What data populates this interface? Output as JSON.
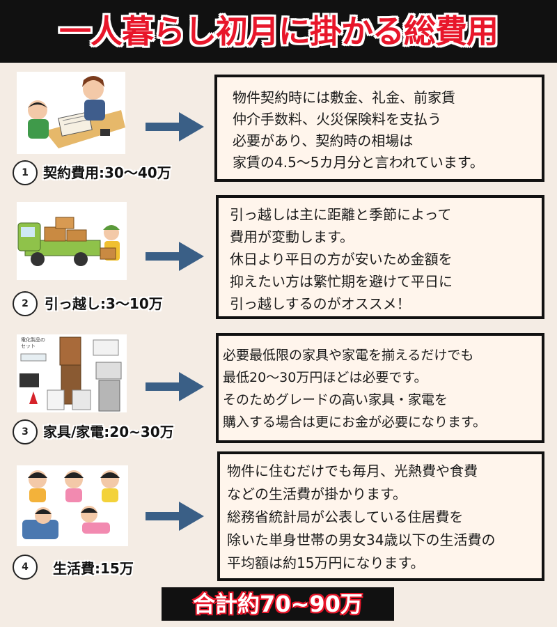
{
  "title": "一人暮らし初月に掛かる総費用",
  "items": [
    {
      "number": "1",
      "label": "契約費用:30〜40万",
      "lines": [
        "物件契約時には敷金、礼金、前家賃",
        "仲介手数料、火災保険料を支払う",
        "必要があり、契約時の相場は",
        "家賃の4.5〜5カ月分と言われています。"
      ]
    },
    {
      "number": "2",
      "label": "引っ越し:3〜10万",
      "lines": [
        "引っ越しは主に距離と季節によって",
        "費用が変動します。",
        "休日より平日の方が安いため金額を",
        "抑えたい方は繁忙期を避けて平日に",
        "引っ越しするのがオススメ！"
      ]
    },
    {
      "number": "3",
      "label": "家具/家電:20~30万",
      "illus_text": "電化製品のセット",
      "lines": [
        "必要最低限の家具や家電を揃えるだけでも",
        "最低20〜30万円ほどは必要です。",
        "そのためグレードの高い家具・家電を",
        "購入する場合は更にお金が必要になります。"
      ]
    },
    {
      "number": "4",
      "label": "生活費:15万",
      "lines": [
        "物件に住むだけでも毎月、光熱費や食費",
        "などの生活費が掛かります。",
        "総務省統計局が公表している住居費を",
        "除いた単身世帯の男女34歳以下の生活費の",
        "平均額は約15万円になります。"
      ]
    }
  ],
  "total": "合計約70~90万",
  "colors": {
    "title_red": "#e8162a",
    "arrow_blue": "#3a5f86",
    "background": "#f4ece4",
    "box_fill": "#fff5ec"
  },
  "icons": [
    "contract-meeting-illustration",
    "moving-truck-illustration",
    "appliance-set-illustration",
    "family-lifestyle-illustration",
    "right-arrow-icon"
  ]
}
